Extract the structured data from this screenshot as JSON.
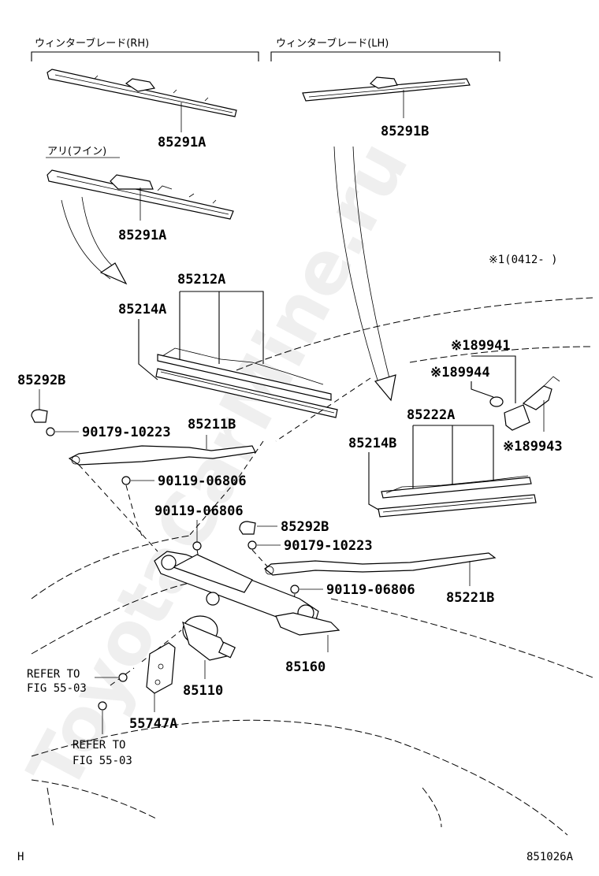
{
  "headers": {
    "rh": "ウィンターブレード(RH)",
    "lh": "ウィンターブレード(LH)",
    "fine": "アリ(フイン)"
  },
  "note": "※1(0412-    )",
  "parts": {
    "p85291A_1": "85291A",
    "p85291B": "85291B",
    "p85291A_2": "85291A",
    "p85212A": "85212A",
    "p85214A": "85214A",
    "p85292B_left": "85292B",
    "p90179_10223_left": "90179-10223",
    "p85211B": "85211B",
    "p90119_06806_a": "90119-06806",
    "p90119_06806_b": "90119-06806",
    "p85292B_right": "85292B",
    "p90179_10223_right": "90179-10223",
    "p90119_06806_c": "90119-06806",
    "p85221B": "85221B",
    "p85160": "85160",
    "p85110": "85110",
    "p55747A": "55747A",
    "p89941": "※189941",
    "p89944": "※189944",
    "p89943": "※189943",
    "p85222A": "85222A",
    "p85214B": "85214B"
  },
  "refs": {
    "ref1_line1": "REFER TO",
    "ref1_line2": "FIG 55-03",
    "ref2_line1": "REFER TO",
    "ref2_line2": "FIG 55-03"
  },
  "footer": {
    "left": "H",
    "right": "851026A"
  },
  "watermark": "ToyotaCarMine.ru"
}
